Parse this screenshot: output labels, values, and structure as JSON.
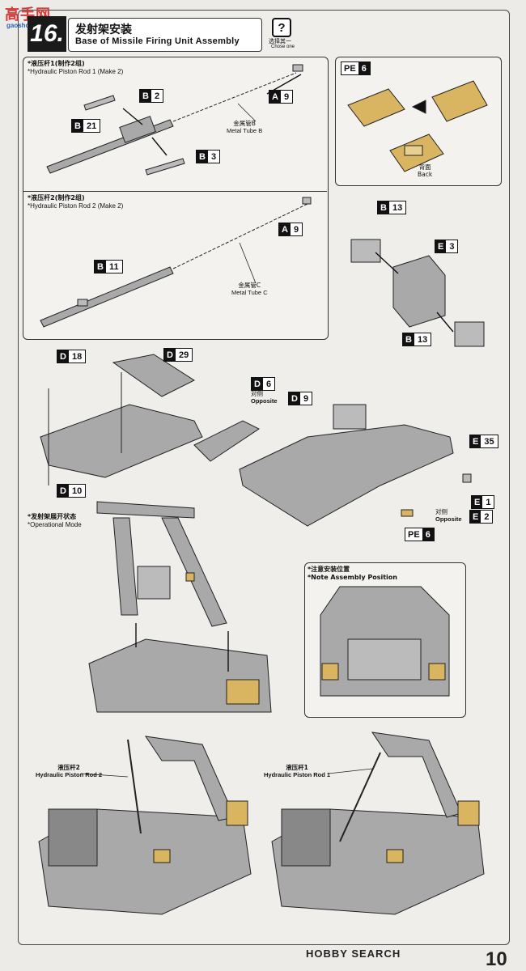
{
  "watermark": {
    "text": "高手网",
    "sub": "gaoshou.net"
  },
  "step": {
    "number": "16.",
    "title_cn": "发射架安装",
    "title_en": "Base of Missile Firing Unit Assembly"
  },
  "choose_icon": {
    "symbol": "?",
    "label_cn": "选择其一",
    "label_en": "Chose one"
  },
  "rod1": {
    "note_cn": "*液压杆1(制作2组)",
    "note_en": "*Hydraulic Piston Rod 1 (Make 2)",
    "tube_cn": "金属管B",
    "tube_en": "Metal Tube B"
  },
  "rod2": {
    "note_cn": "*液压杆2(制作2组)",
    "note_en": "*Hydraulic Piston Rod 2 (Make 2)",
    "tube_cn": "金属管C",
    "tube_en": "Metal Tube C"
  },
  "pe_panel": {
    "back_cn": "背面",
    "back_en": "Back"
  },
  "parts": {
    "b2": {
      "l": "B",
      "r": "2"
    },
    "b21": {
      "l": "B",
      "r": "21"
    },
    "b3": {
      "l": "B",
      "r": "3"
    },
    "a9a": {
      "l": "A",
      "r": "9"
    },
    "b11": {
      "l": "B",
      "r": "11"
    },
    "a9b": {
      "l": "A",
      "r": "9"
    },
    "pe6a": {
      "l": "PE",
      "r": "6"
    },
    "b13a": {
      "l": "B",
      "r": "13"
    },
    "e3": {
      "l": "E",
      "r": "3"
    },
    "b13b": {
      "l": "B",
      "r": "13"
    },
    "d18": {
      "l": "D",
      "r": "18"
    },
    "d29": {
      "l": "D",
      "r": "29"
    },
    "d6": {
      "l": "D",
      "r": "6"
    },
    "d9": {
      "l": "D",
      "r": "9"
    },
    "d10": {
      "l": "D",
      "r": "10"
    },
    "e35": {
      "l": "E",
      "r": "35"
    },
    "e1": {
      "l": "E",
      "r": "1"
    },
    "e2": {
      "l": "E",
      "r": "2"
    },
    "pe6b": {
      "l": "PE",
      "r": "6"
    }
  },
  "opposite": {
    "cn": "对侧",
    "en": "Opposite"
  },
  "operational": {
    "cn": "*发射架展开状态",
    "en": "*Operational Mode"
  },
  "note_position": {
    "cn": "*注意安装位置",
    "en": "*Note Assembly Position"
  },
  "callouts": {
    "rod2_cn": "液压杆2",
    "rod2_en": "Hydraulic Piston Rod 2",
    "rod1_cn": "液压杆1",
    "rod1_en": "Hydraulic Piston Rod 1"
  },
  "footer": {
    "brand": "HOBBY SEARCH",
    "page": "10"
  },
  "colors": {
    "part_gray": "#a9a9a9",
    "pe_gold": "#d9b461",
    "line": "#222222"
  }
}
